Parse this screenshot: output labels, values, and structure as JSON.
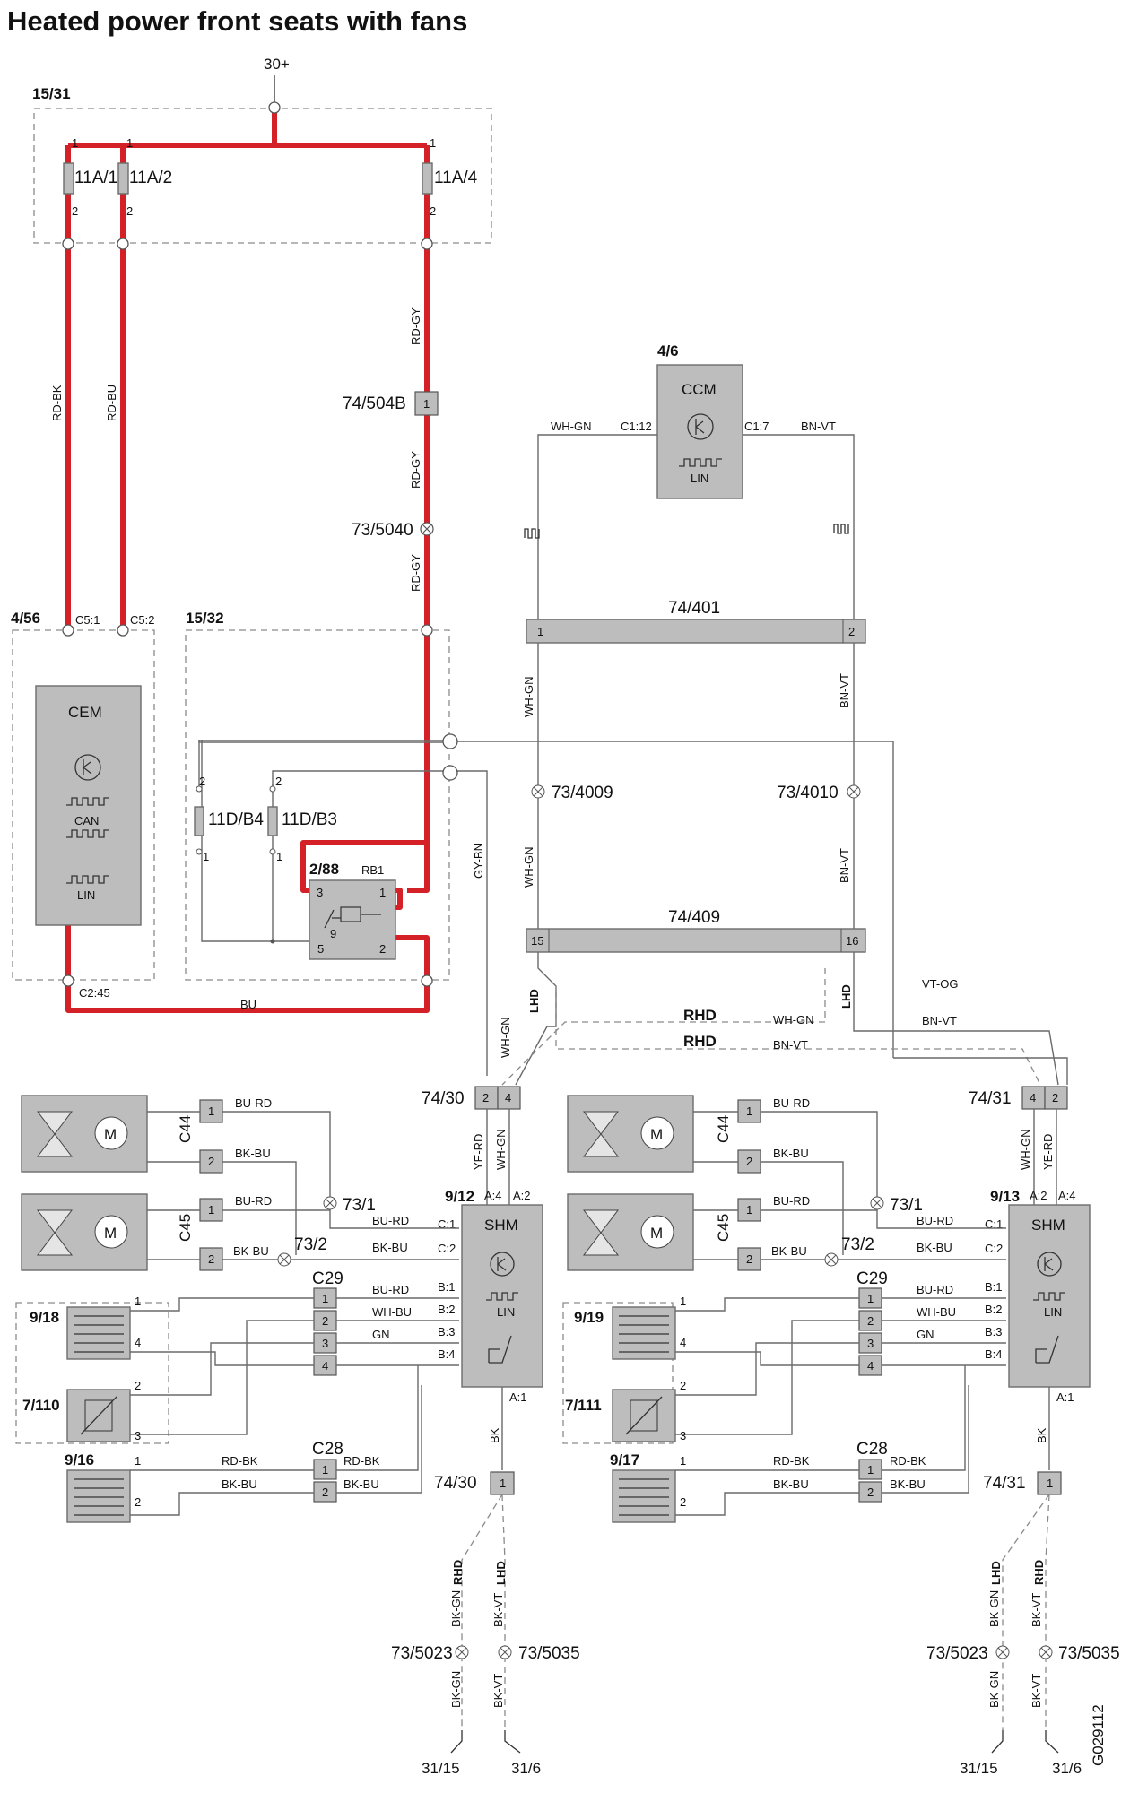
{
  "title": "Heated power front seats with fans",
  "figure_id": "G029112",
  "supply": "30+",
  "fusebox_main": {
    "ref": "15/31",
    "fuses": [
      "11A/1",
      "11A/2",
      "11A/4"
    ]
  },
  "fusebox_sub": {
    "ref": "15/32",
    "fuses": [
      "11D/B4",
      "11D/B3"
    ]
  },
  "relay": {
    "ref": "2/88",
    "name": "RB1"
  },
  "cem": {
    "ref": "4/56",
    "name": "CEM",
    "can": "CAN",
    "lin": "LIN",
    "pins": [
      "C5:1",
      "C5:2",
      "C2:45"
    ]
  },
  "ccm": {
    "ref": "4/6",
    "name": "CCM",
    "lin": "LIN",
    "pins": [
      "C1:12",
      "C1:7"
    ]
  },
  "connectors": {
    "c504": "74/504B",
    "c401": "74/401",
    "c409": "74/409",
    "c30": "74/30",
    "c31": "74/31"
  },
  "splices": {
    "s5040": "73/5040",
    "s4009": "73/4009",
    "s4010": "73/4010",
    "s1": "73/1",
    "s2": "73/2",
    "s5023": "73/5023",
    "s5035": "73/5035"
  },
  "wires": {
    "rdbk": "RD-BK",
    "rdbu": "RD-BU",
    "rdgy": "RD-GY",
    "whgn": "WH-GN",
    "bnvt": "BN-VT",
    "bu": "BU",
    "gybn": "GY-BN",
    "vtog": "VT-OG",
    "yerd": "YE-RD",
    "burd": "BU-RD",
    "bkbu": "BK-BU",
    "whbu": "WH-BU",
    "gn": "GN",
    "bk": "BK",
    "bkgn": "BK-GN",
    "bkvt": "BK-VT"
  },
  "labels": {
    "lhd": "LHD",
    "rhd": "RHD"
  },
  "shm": {
    "name": "SHM",
    "lin": "LIN",
    "left_ref": "9/12",
    "right_ref": "9/13",
    "pins": [
      "A:4",
      "A:2",
      "C:1",
      "C:2",
      "B:1",
      "B:2",
      "B:3",
      "B:4",
      "A:1"
    ]
  },
  "fans": {
    "c44": "C44",
    "c45": "C45"
  },
  "seat_conn": {
    "c29": "C29",
    "c28": "C28"
  },
  "elements": {
    "l1": "9/18",
    "l2": "7/110",
    "l3": "9/16",
    "r1": "9/19",
    "r2": "7/111",
    "r3": "9/17"
  },
  "grounds": {
    "g15": "31/15",
    "g6": "31/6"
  },
  "pin_numbers": {
    "p1": "1",
    "p2": "2",
    "p3": "3",
    "p4": "4",
    "p5": "5",
    "p9": "9",
    "p15": "15",
    "p16": "16"
  },
  "colors": {
    "power": "#d42027",
    "wire": "#6a6a6a",
    "component": "#bdbdbd"
  }
}
